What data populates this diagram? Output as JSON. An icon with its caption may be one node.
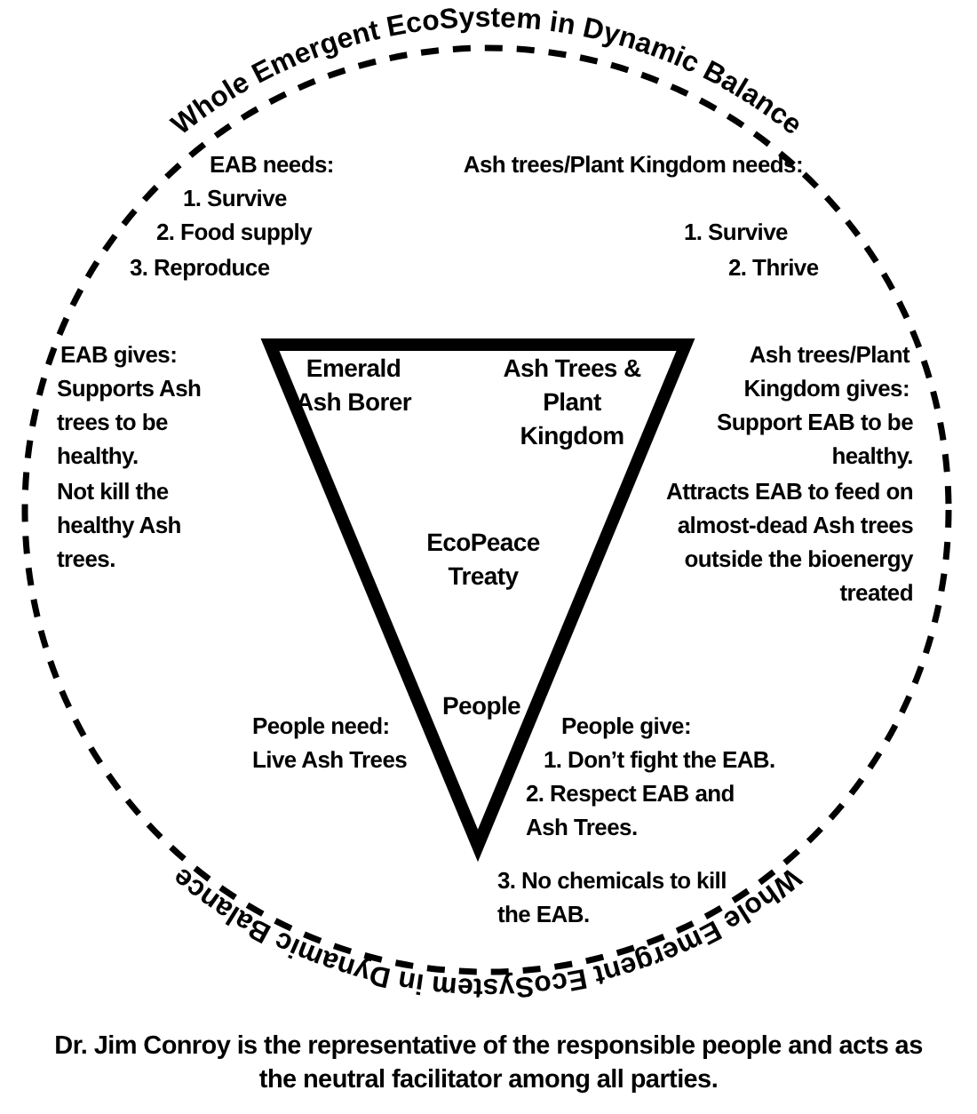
{
  "diagram": {
    "caption": "Dr. Jim Conroy is the representative of the responsible people and acts as the neutral facilitator among all parties.",
    "nodes": [
      {
        "text": [
          "Whole Emergent EcoSystem in Dynamic Balance",
          "Whole Emergent EcoSystem in Dynamic Balance"
        ]
      },
      {
        "text": [
          "Emerald Ash Borer",
          "Ash Trees & Plant Kingdom",
          "EcoPeace Treaty",
          "People"
        ],
        "in": 0
      }
    ],
    "edges": [],
    "labels": [
      "EAB needs:",
      "1. Survive",
      "2. Food supply",
      "3. Reproduce",
      "Ash trees/Plant Kingdom needs:",
      "1. Survive",
      "2. Thrive",
      "EAB gives:",
      "Supports Ash trees to be healthy.",
      "Not kill the healthy Ash trees.",
      "Ash trees/Plant Kingdom gives:",
      "Support EAB to be healthy.",
      "Attracts EAB to feed on almost-dead Ash trees outside the bioenergy treated",
      "People need:",
      "Live Ash Trees",
      "People give:",
      "1. Don’t fight the EAB.",
      "2. Respect EAB and Ash Trees.",
      "3. No chemicals to kill the EAB."
    ]
  }
}
